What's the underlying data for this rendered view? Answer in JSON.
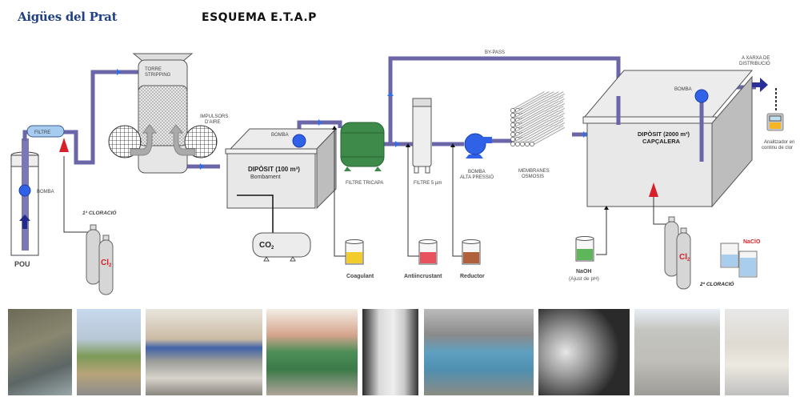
{
  "header": {
    "logo": "Aigües del Prat",
    "title": "ESQUEMA E.T.A.P"
  },
  "diagram": {
    "well": {
      "label": "POU",
      "pump_label": "BOMBA"
    },
    "filter": {
      "label": "FILTRE"
    },
    "first_chlorination": {
      "label": "1ª CLORACIÓ",
      "gas": "Cl",
      "gas_sub": "2"
    },
    "stripping_tower": {
      "label_line1": "TORRE",
      "label_line2": "STRIPPING"
    },
    "air_blowers": {
      "label_line1": "IMPULSORS",
      "label_line2": "D'AIRE"
    },
    "pumping_tank": {
      "pump_label": "BOMBA",
      "label_line1": "DIPÒSIT (100 m³)",
      "label_line2": "Bombament"
    },
    "co2_tank": {
      "label": "CO",
      "label_sub": "2"
    },
    "trilayer_filter": {
      "label": "FILTRE TRICAPA"
    },
    "bypass": {
      "label": "BY-PASS"
    },
    "micro_filter": {
      "label": "FILTRE  5 µm"
    },
    "high_pressure_pump": {
      "label_line1": "BOMBA",
      "label_line2": "ALTA PRESSIÓ"
    },
    "membranes": {
      "label_line1": "MEMBRANES",
      "label_line2": "OSMOSIS"
    },
    "head_tank": {
      "pump_label": "BOMBA",
      "label_line1": "DIPÒSIT (2000 m³)",
      "label_line2": "CAPÇALERA"
    },
    "distribution": {
      "label_line1": "A XARXA DE",
      "label_line2": "DISTRIBUCIÓ"
    },
    "analyzer": {
      "label_line1": "Analitzador en",
      "label_line2": "continu de clor"
    },
    "chemicals": [
      {
        "name": "Coagulant",
        "color": "#f2cc2a"
      },
      {
        "name": "Antiincrustant",
        "color": "#e8525e"
      },
      {
        "name": "Reductor",
        "color": "#b0603a"
      }
    ],
    "naoh": {
      "label": "NaOH",
      "sub_label": "(Ajust de pH)",
      "color": "#5fb55a"
    },
    "second_chlorination": {
      "label": "2ª CLORACIÓ",
      "gas": "Cl",
      "gas_sub": "2"
    },
    "naclo": {
      "label": "NaClO",
      "color": "#a9cdec"
    }
  },
  "colors": {
    "pipe": "#6a66a8",
    "flow_arrow": "#2f6fe8",
    "pump": "#2f62e6",
    "chlorine": "#d8202a",
    "trilayer": "#3d8a4a"
  },
  "photos": [
    {
      "caption": "well-pipe-photo"
    },
    {
      "caption": "stripping-tower-photo"
    },
    {
      "caption": "pumping-tank-photo"
    },
    {
      "caption": "trilayer-filters-photo"
    },
    {
      "caption": "cartridge-filter-photo"
    },
    {
      "caption": "high-pressure-pump-photo"
    },
    {
      "caption": "osmosis-membranes-photo"
    },
    {
      "caption": "head-tank-photo"
    },
    {
      "caption": "naclo-dosing-photo"
    }
  ]
}
